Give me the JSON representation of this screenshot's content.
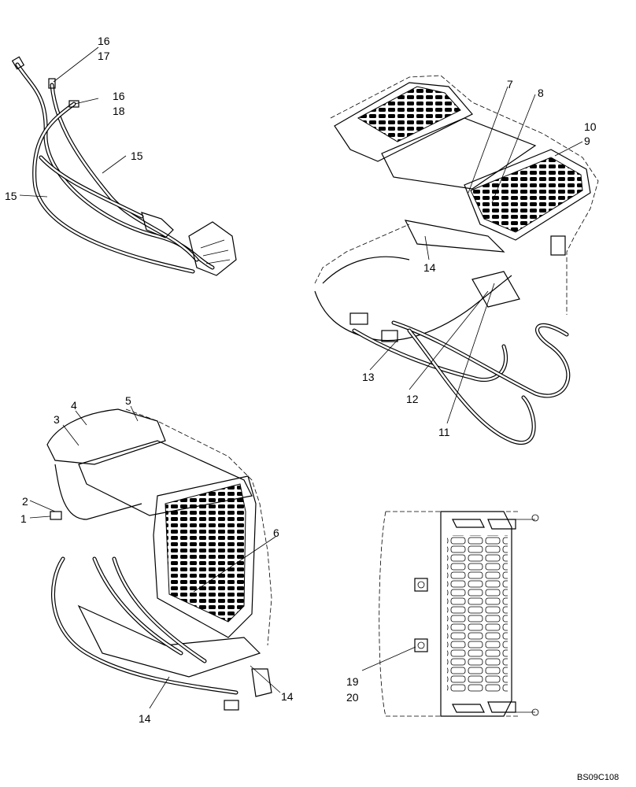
{
  "labels": {
    "l1": "1",
    "l2": "2",
    "l3": "3",
    "l4": "4",
    "l5": "5",
    "l6": "6",
    "l7": "7",
    "l8": "8",
    "l9": "9",
    "l10": "10",
    "l11": "11",
    "l12": "12",
    "l13": "13",
    "l14a": "14",
    "l14b": "14",
    "l14c": "14",
    "l15a": "15",
    "l15b": "15",
    "l16a": "16",
    "l16b": "16",
    "l17": "17",
    "l18": "18",
    "l19": "19",
    "l20": "20"
  },
  "drawing_code": "BS09C108"
}
